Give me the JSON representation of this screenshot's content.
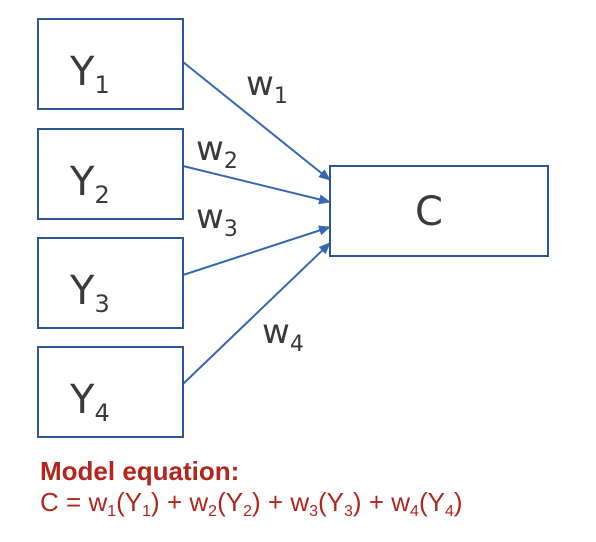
{
  "inputs": [
    {
      "letter": "Y",
      "subscript": "1"
    },
    {
      "letter": "Y",
      "subscript": "2"
    },
    {
      "letter": "Y",
      "subscript": "3"
    },
    {
      "letter": "Y",
      "subscript": "4"
    }
  ],
  "output": {
    "letter": "C"
  },
  "weights": [
    {
      "letter": "w",
      "subscript": "1"
    },
    {
      "letter": "w",
      "subscript": "2"
    },
    {
      "letter": "w",
      "subscript": "3"
    },
    {
      "letter": "w",
      "subscript": "4"
    }
  ],
  "equation": {
    "title": "Model equation:",
    "lhs": "C",
    "equals": "=",
    "terms": [
      {
        "weight": "w",
        "weight_sub": "1",
        "var": "Y",
        "var_sub": "1"
      },
      {
        "weight": "w",
        "weight_sub": "2",
        "var": "Y",
        "var_sub": "2"
      },
      {
        "weight": "w",
        "weight_sub": "3",
        "var": "Y",
        "var_sub": "3"
      },
      {
        "weight": "w",
        "weight_sub": "4",
        "var": "Y",
        "var_sub": "4"
      }
    ],
    "plus": "+"
  },
  "colors": {
    "box_stroke": "#2e5597",
    "arrow": "#3567b3",
    "equation": "#b3261e",
    "text": "#3a3a3a"
  }
}
